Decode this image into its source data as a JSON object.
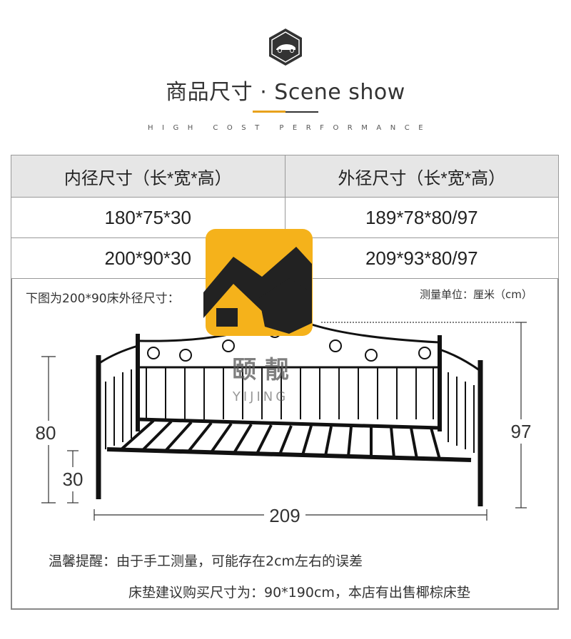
{
  "header": {
    "title": "商品尺寸 · Scene show",
    "subtitle": "HIGH COST PERFORMANCE"
  },
  "table": {
    "headers": [
      "内径尺寸（长*宽*高）",
      "外径尺寸（长*宽*高）"
    ],
    "rows": [
      [
        "180*75*30",
        "189*78*80/97"
      ],
      [
        "200*90*30",
        "209*93*80/97"
      ]
    ]
  },
  "captions": {
    "left": "下图为200*90床外径尺寸：",
    "right": "测量单位：厘米（cm）"
  },
  "dimensions": {
    "height_back": "80",
    "height_bed": "30",
    "height_side": "97",
    "length": "209"
  },
  "watermark": {
    "cn": "颐 靓",
    "en": "YIJING",
    "accent_color": "#f5b21b"
  },
  "notes": {
    "line1": "温馨提醒：由于手工测量，可能存在2cm左右的误差",
    "line2": "床垫建议购买尺寸为：90*190cm，本店有出售椰棕床垫"
  },
  "colors": {
    "accent": "#e8a21c",
    "frame_border": "#888888",
    "header_bg": "#e6e6e6"
  }
}
